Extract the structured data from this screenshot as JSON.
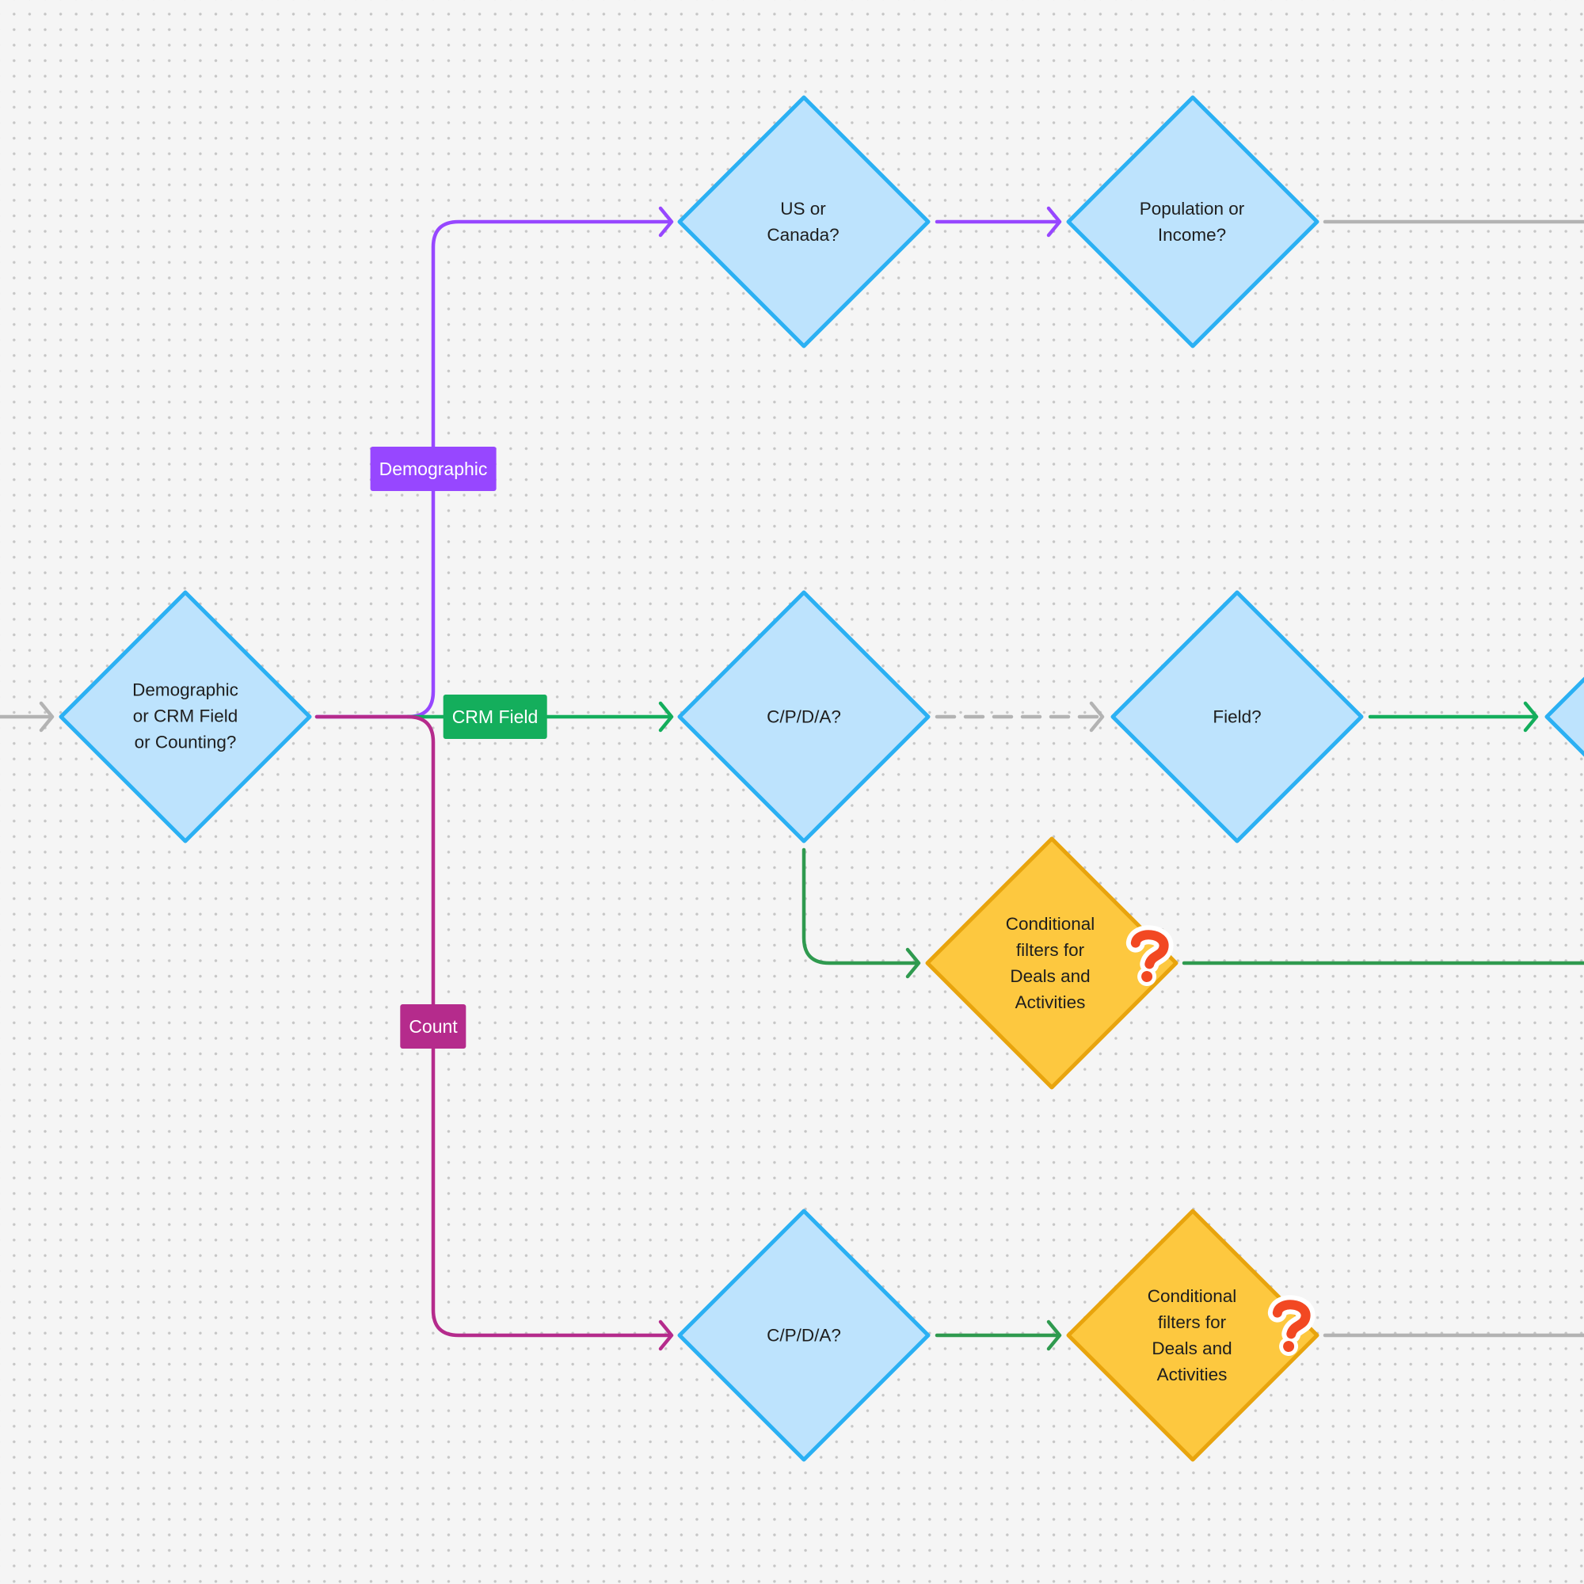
{
  "colors": {
    "decision_fill": "#bde3fd",
    "decision_stroke": "#2bb0f3",
    "warn_fill": "#fdc83f",
    "warn_stroke": "#e8a40d",
    "demographic": "#9747ff",
    "crm_field": "#14ae5c",
    "count": "#b52b8c",
    "neutral_connector": "#b3b3b3",
    "green_connector": "#2f9a4f",
    "question_mark": "#f24822"
  },
  "nodes": {
    "root": {
      "lines": [
        "Demographic",
        "or CRM Field",
        "or Counting?"
      ]
    },
    "us_canada": {
      "lines": [
        "US or",
        "Canada?"
      ]
    },
    "population_income": {
      "lines": [
        "Population or",
        "Income?"
      ]
    },
    "cpda_crm": {
      "lines": [
        "C/P/D/A?"
      ]
    },
    "field": {
      "lines": [
        "Field?"
      ]
    },
    "conditional_crm": {
      "lines": [
        "Conditional",
        "filters for",
        "Deals and",
        "Activities"
      ],
      "icon": "question-mark-sticker-icon"
    },
    "cpda_count": {
      "lines": [
        "C/P/D/A?"
      ]
    },
    "conditional_count": {
      "lines": [
        "Conditional",
        "filters for",
        "Deals and",
        "Activities"
      ],
      "icon": "question-mark-sticker-icon"
    }
  },
  "edge_labels": {
    "demographic": "Demographic",
    "crm_field": "CRM Field",
    "count": "Count"
  }
}
